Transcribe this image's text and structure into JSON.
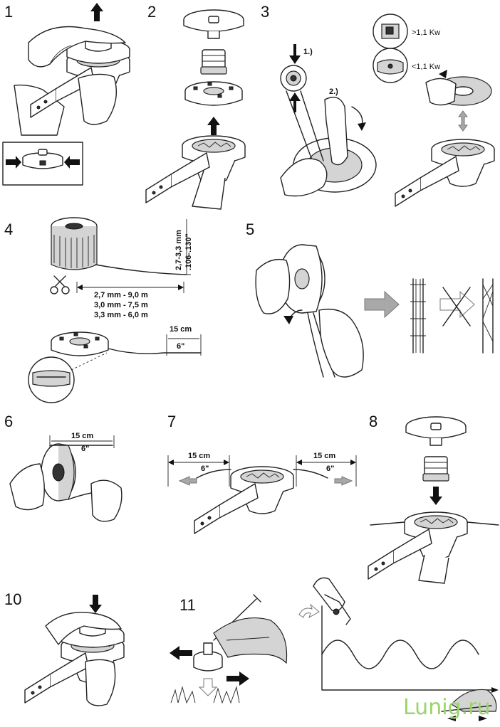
{
  "steps": {
    "s1": "1",
    "s2": "2",
    "s3": "3",
    "s4": "4",
    "s5": "5",
    "s6": "6",
    "s7": "7",
    "s8": "8",
    "s10": "10",
    "s11": "11"
  },
  "step3": {
    "sub1": "1.)",
    "sub2": "2.)",
    "power_high": ">1,1 Kw",
    "power_low": "<1,1 Kw"
  },
  "step4": {
    "dia_mm": "2,7-3,3 mm",
    "dia_in": ".106-.130\"",
    "len1": "2,7 mm - 9,0 m",
    "len2": "3,0 mm - 7,5 m",
    "len3": "3,3 mm - 6,0 m",
    "end_cm": "15 cm",
    "end_in": "6\""
  },
  "step6": {
    "cm": "15 cm",
    "in": "6\""
  },
  "step7": {
    "left_cm": "15 cm",
    "left_in": "6\"",
    "right_cm": "15 cm",
    "right_in": "6\""
  },
  "watermark": "Lunig.ru"
}
